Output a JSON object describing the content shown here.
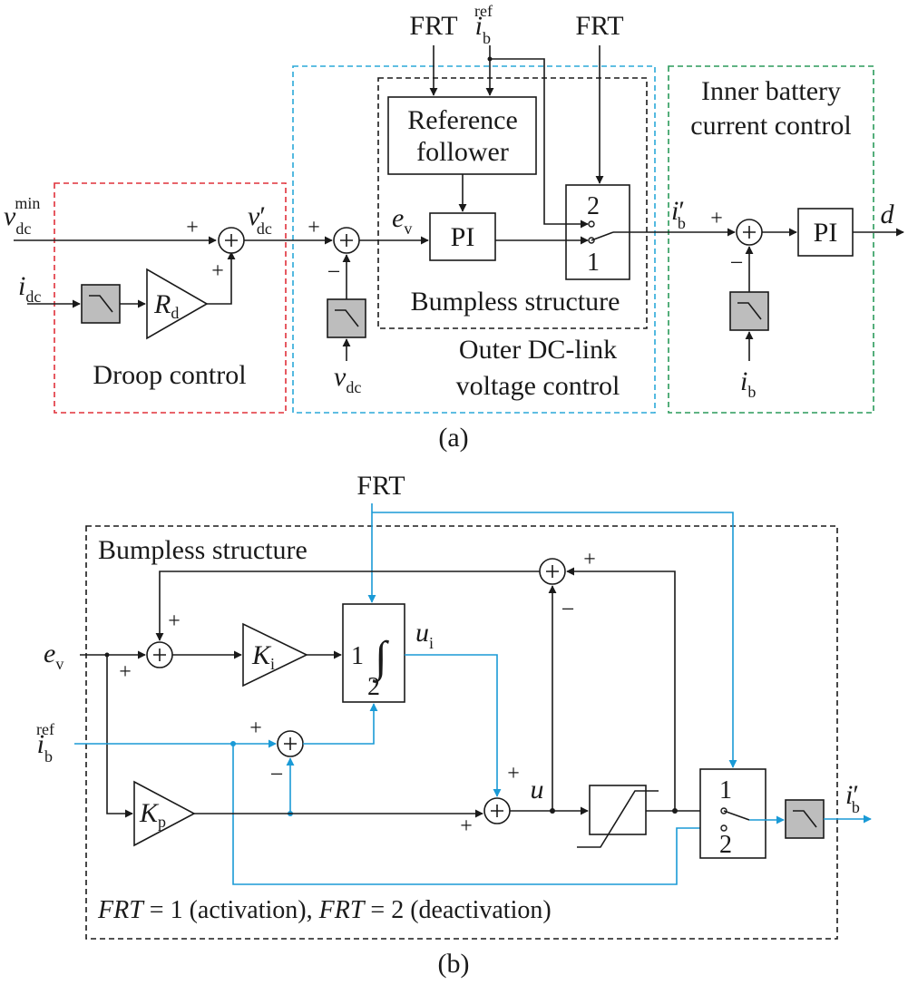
{
  "colors": {
    "droop_border": "#e0303a",
    "outer_border": "#2aa8d8",
    "inner_border": "#2a9a5a",
    "bumpless_border": "#1a1a1a",
    "signal_blue": "#1a9ad6",
    "filter_fill": "#bdbdbd",
    "line": "#1a1a1a"
  },
  "icons": {
    "low_pass_filter": "low-pass-filter-icon",
    "summing_junction": "summing-junction-icon",
    "saturation": "saturation-icon",
    "switch": "switch-icon"
  },
  "a": {
    "caption": "(a)",
    "droop_region": {
      "title": "Droop control"
    },
    "outer_region": {
      "title_line1": "Outer DC-link",
      "title_line2": "voltage control"
    },
    "inner_region": {
      "title_line1": "Inner battery",
      "title_line2": "current control"
    },
    "bumpless_region": {
      "title": "Bumpless structure"
    },
    "inputs": {
      "frt_left": "FRT",
      "frt_right": "FRT",
      "ib_ref": {
        "base": "i",
        "sub": "b",
        "sup": "ref"
      },
      "vdc_min": {
        "base": "v",
        "sub": "dc",
        "sup": "min"
      },
      "idc": {
        "base": "i",
        "sub": "dc"
      },
      "vdc": {
        "base": "v",
        "sub": "dc"
      },
      "ib": {
        "base": "i",
        "sub": "b"
      }
    },
    "signals": {
      "vdc_prime": {
        "base": "v",
        "prime": "′",
        "sub": "dc"
      },
      "ev": {
        "base": "e",
        "sub": "v"
      },
      "ib_prime": {
        "base": "i",
        "prime": "′",
        "sub": "b"
      },
      "d": "d"
    },
    "blocks": {
      "reference_follower_line1": "Reference",
      "reference_follower_line2": "follower",
      "pi_outer": "PI",
      "pi_inner": "PI",
      "rd": {
        "base": "R",
        "sub": "d"
      },
      "switch_pos1": "1",
      "switch_pos2": "2"
    },
    "signs": {
      "plus": "+",
      "minus": "−"
    }
  },
  "b": {
    "caption": "(b)",
    "region_title": "Bumpless structure",
    "note_parts": [
      "FRT",
      " = 1 (activation), ",
      "FRT",
      " = 2 (deactivation)"
    ],
    "inputs": {
      "frt": "FRT",
      "ev": {
        "base": "e",
        "sub": "v"
      },
      "ib_ref": {
        "base": "i",
        "sub": "b",
        "sup": "ref"
      }
    },
    "signals": {
      "ui": {
        "base": "u",
        "sub": "i"
      },
      "u": "u",
      "ib_prime": {
        "base": "i",
        "prime": "′",
        "sub": "b"
      }
    },
    "blocks": {
      "ki": {
        "base": "K",
        "sub": "i"
      },
      "kp": {
        "base": "K",
        "sub": "p"
      },
      "integrator_symbol": "∫",
      "integrator_in1": "1",
      "integrator_in2": "2",
      "switch_pos1": "1",
      "switch_pos2": "2"
    },
    "signs": {
      "plus": "+",
      "minus": "−"
    }
  }
}
